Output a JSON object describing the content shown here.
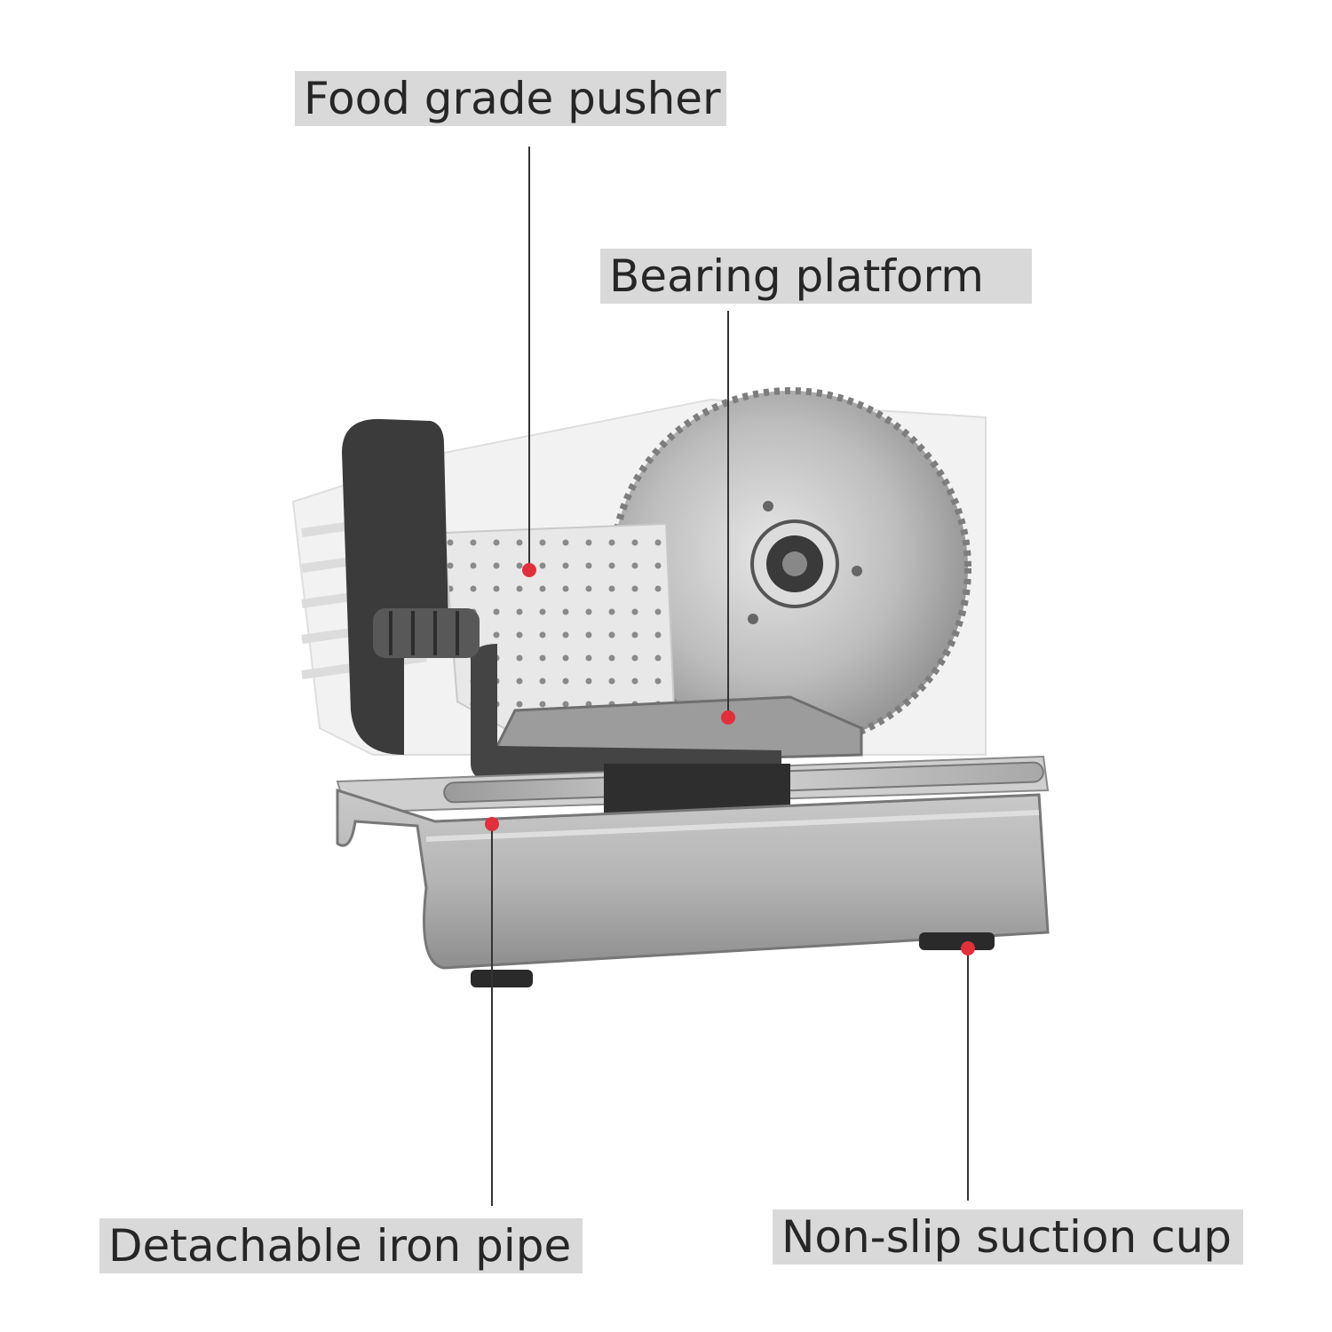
{
  "callouts": [
    {
      "id": "pusher",
      "label": "Food grade pusher"
    },
    {
      "id": "platform",
      "label": "Bearing platform"
    },
    {
      "id": "pipe",
      "label": "Detachable iron pipe"
    },
    {
      "id": "cup",
      "label": "Non-slip suction cup"
    }
  ],
  "colors": {
    "label_bg": "#d9d9d9",
    "label_text": "#262626",
    "marker": "#e0303c",
    "leader": "#333333"
  }
}
